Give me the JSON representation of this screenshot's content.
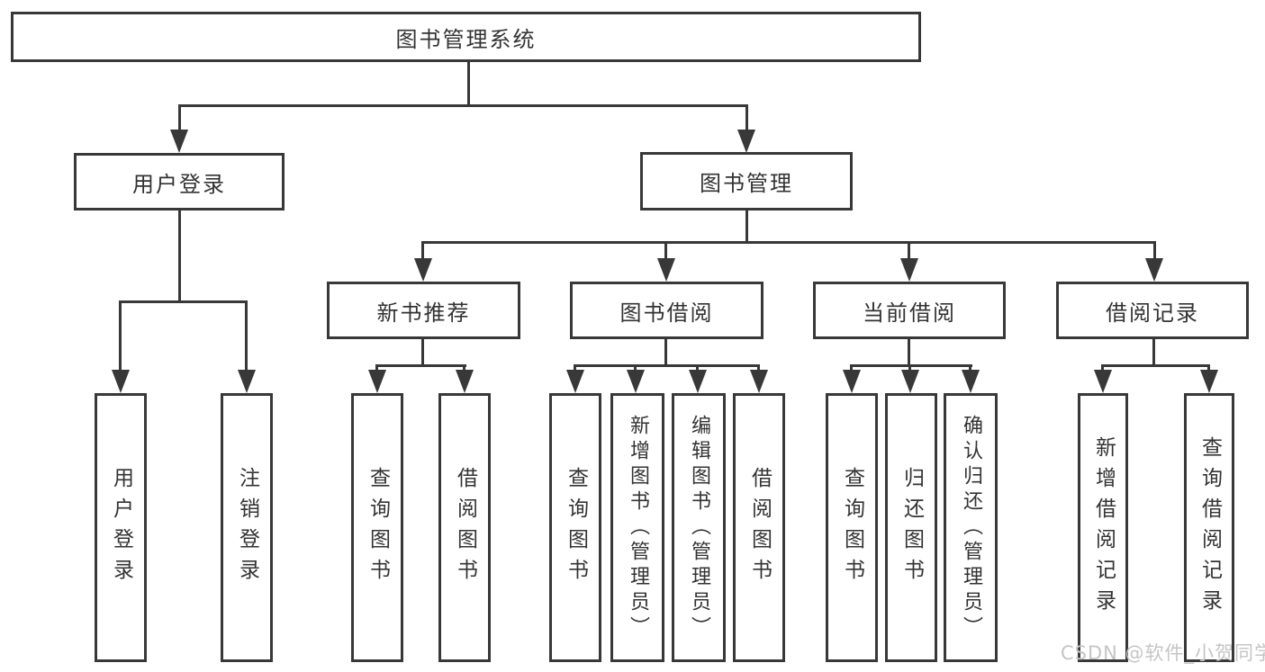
{
  "diagram": {
    "root": {
      "label": "图书管理系统"
    },
    "level2": {
      "user_login": {
        "label": "用户登录"
      },
      "book_mgmt": {
        "label": "图书管理"
      }
    },
    "level3": {
      "new_book_rec": {
        "label": "新书推荐"
      },
      "book_borrow": {
        "label": "图书借阅"
      },
      "current_borrow": {
        "label": "当前借阅"
      },
      "borrow_records": {
        "label": "借阅记录"
      }
    },
    "leaves": {
      "user_login": [
        "用户登录",
        "注销登录"
      ],
      "new_book_rec": [
        "查询图书",
        "借阅图书"
      ],
      "book_borrow": [
        "查询图书",
        "新增图书（管理员）",
        "编辑图书（管理员）",
        "借阅图书"
      ],
      "current_borrow": [
        "查询图书",
        "归还图书",
        "确认归还（管理员）"
      ],
      "borrow_records": [
        "新增借阅记录",
        "查询借阅记录"
      ]
    }
  },
  "watermark": {
    "text": "CSDN @软件_小贺同学",
    "color": "#c5c5c5"
  },
  "colors": {
    "line": "#383838",
    "text": "#333333",
    "box_background": "#ffffff",
    "page_background": "#ffffff"
  }
}
